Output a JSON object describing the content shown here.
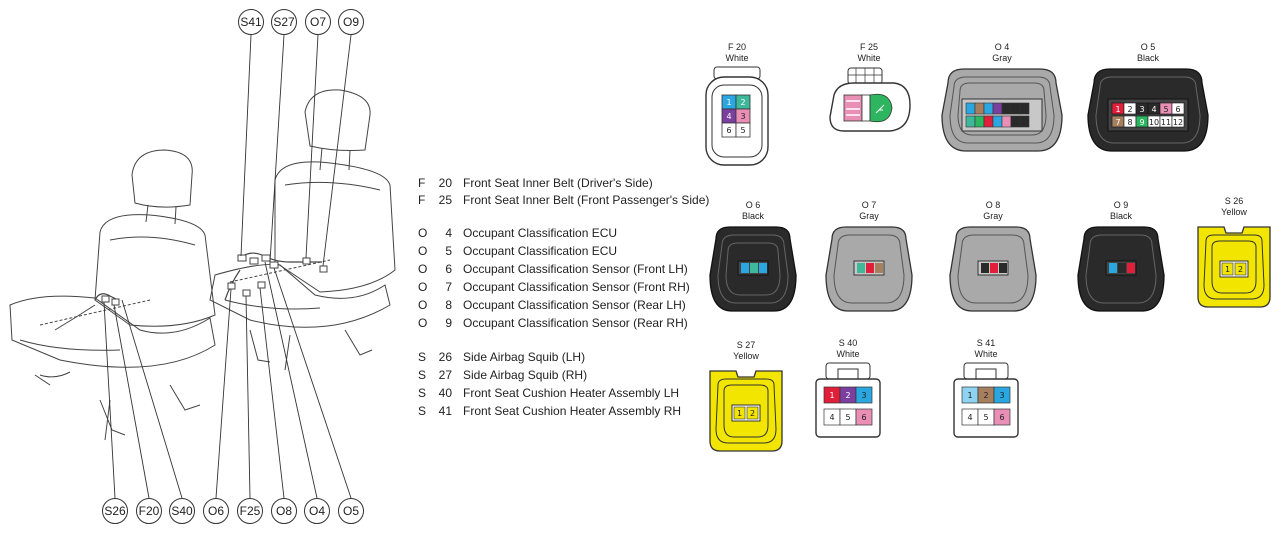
{
  "seat_callouts": {
    "top": [
      "S41",
      "S27",
      "O7",
      "O9"
    ],
    "bottom": [
      "S26",
      "F20",
      "S40",
      "O6",
      "F25",
      "O8",
      "O4",
      "O5"
    ]
  },
  "legend": [
    {
      "prefix": "F",
      "num": "20",
      "desc": "Front Seat Inner Belt (Driver's Side)"
    },
    {
      "prefix": "F",
      "num": "25",
      "desc": "Front Seat Inner Belt (Front Passenger's Side)"
    },
    {
      "prefix": "O",
      "num": "4",
      "desc": "Occupant Classification ECU"
    },
    {
      "prefix": "O",
      "num": "5",
      "desc": "Occupant Classification ECU"
    },
    {
      "prefix": "O",
      "num": "6",
      "desc": "Occupant Classification Sensor (Front LH)"
    },
    {
      "prefix": "O",
      "num": "7",
      "desc": "Occupant Classification Sensor (Front RH)"
    },
    {
      "prefix": "O",
      "num": "8",
      "desc": "Occupant Classification Sensor (Rear LH)"
    },
    {
      "prefix": "O",
      "num": "9",
      "desc": "Occupant Classification Sensor (Rear RH)"
    },
    {
      "prefix": "S",
      "num": "26",
      "desc": "Side Airbag Squib (LH)"
    },
    {
      "prefix": "S",
      "num": "27",
      "desc": "Side Airbag Squib (RH)"
    },
    {
      "prefix": "S",
      "num": "40",
      "desc": "Front Seat Cushion Heater Assembly LH"
    },
    {
      "prefix": "S",
      "num": "41",
      "desc": "Front Seat Cushion Heater Assembly RH"
    }
  ],
  "connectors": {
    "F20": {
      "title": "F 20",
      "color": "White"
    },
    "F25": {
      "title": "F 25",
      "color": "White"
    },
    "O4": {
      "title": "O 4",
      "color": "Gray"
    },
    "O5": {
      "title": "O 5",
      "color": "Black"
    },
    "O6": {
      "title": "O 6",
      "color": "Black"
    },
    "O7": {
      "title": "O 7",
      "color": "Gray"
    },
    "O8": {
      "title": "O 8",
      "color": "Gray"
    },
    "O9": {
      "title": "O 9",
      "color": "Black"
    },
    "S26": {
      "title": "S 26",
      "color": "Yellow"
    },
    "S27": {
      "title": "S 27",
      "color": "Yellow"
    },
    "S40": {
      "title": "S 40",
      "color": "White"
    },
    "S41": {
      "title": "S 41",
      "color": "White"
    }
  },
  "pins": {
    "F20": [
      "1",
      "2",
      "4",
      "3",
      "6",
      "5"
    ],
    "O5": [
      "1",
      "2",
      "3",
      "4",
      "5",
      "6",
      "7",
      "8",
      "9",
      "10",
      "11",
      "12"
    ],
    "S2x": [
      "1",
      "2"
    ],
    "S4x": [
      "1",
      "2",
      "3",
      "4",
      "5",
      "6"
    ]
  },
  "palette": {
    "gray": "#a9a9a9",
    "black": "#2a2a2a",
    "yellow": "#f2e600",
    "blue": "#2aa7e0",
    "teal": "#3fb79a",
    "purple": "#7b3fa0",
    "pink": "#e98fb6",
    "green": "#2db560",
    "red": "#e0203a",
    "brown": "#a57f5e"
  }
}
